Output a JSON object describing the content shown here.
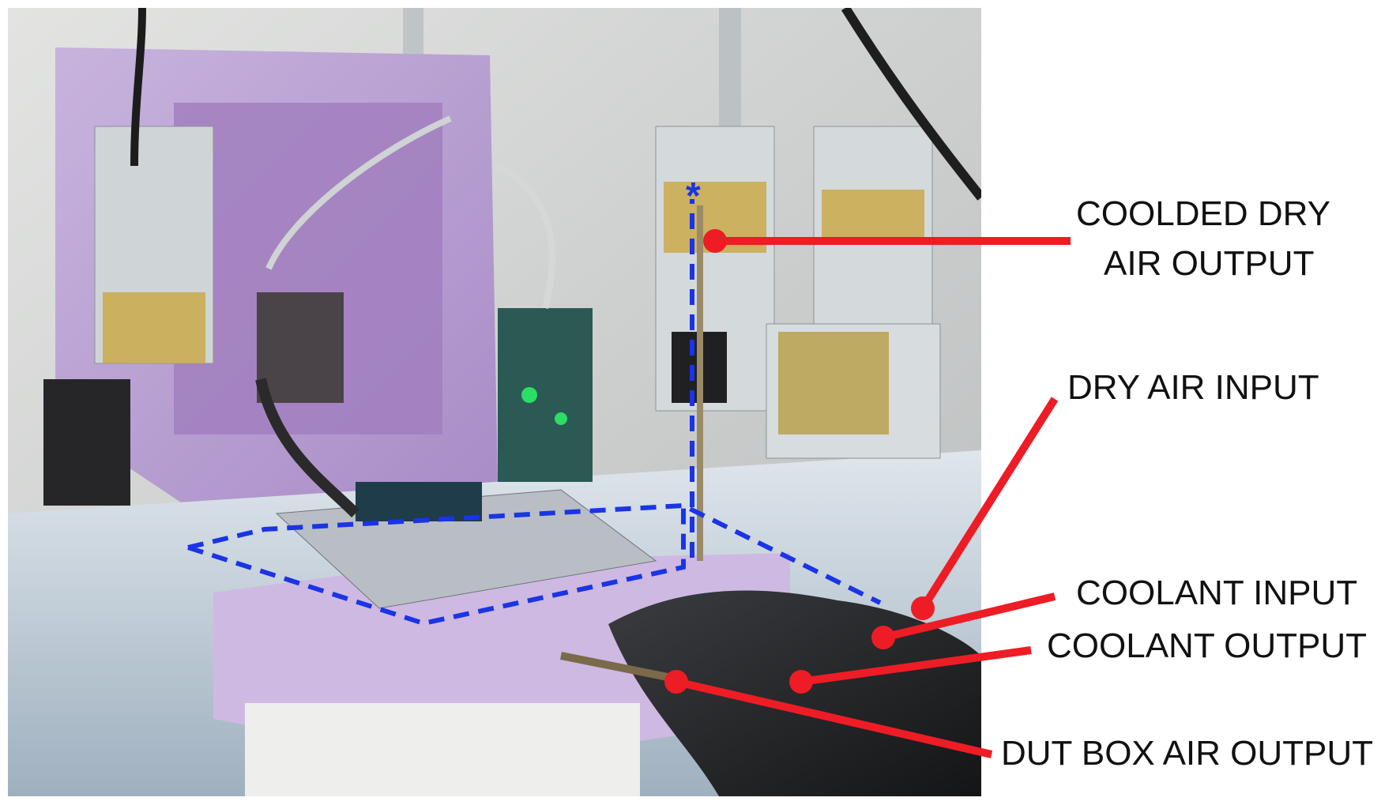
{
  "figure": {
    "photo_description_icon": "photo-of-cooling-setup",
    "accent_color": "#ee1c25",
    "dash_color": "#1a34e6",
    "asterisk": "*",
    "labels": {
      "cooled_dry_air_output_line1": "COOLDED DRY",
      "cooled_dry_air_output_line2": "AIR OUTPUT",
      "dry_air_input": "DRY AIR INPUT",
      "coolant_input": "COOLANT INPUT",
      "coolant_output": "COOLANT OUTPUT",
      "dut_box_air_output": "DUT BOX AIR OUTPUT"
    }
  }
}
